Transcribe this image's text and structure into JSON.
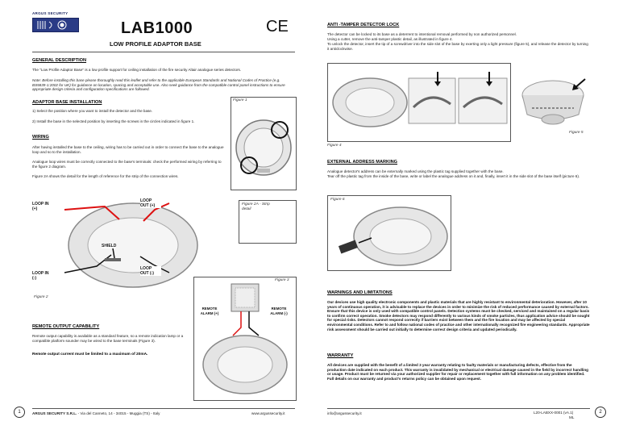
{
  "header": {
    "logo_text": "ARGUS SECURITY",
    "title": "LAB1000",
    "ce_mark": "CE",
    "subtitle": "LOW PROFILE ADAPTOR BASE"
  },
  "left": {
    "general": {
      "heading": "GENERAL DESCRIPTION",
      "p1": "The \"Low Profile Adaptor Base\" is a low profile support for ceiling installation of the fire security Altair analogue series detectors.",
      "note": "Note: Before installing this base please thoroughly read this leaflet and refer to the applicable European Standards and National Codes of Practice (e.g. BS5839-1:2002 for UK) for guidance on location, spacing and acceptable use. Also seek guidance from the compatible control panel instructions to ensure appropriate design criteria and configuration specifications are followed."
    },
    "install": {
      "heading": "ADAPTOR BASE INSTALLATION",
      "p1": "1) Select the position where you want to install the detector and the base.",
      "p2": "2) Install the base in the selected position by inserting the screws in the circles indicated in figure 1."
    },
    "wiring": {
      "heading": "WIRING",
      "p1": "After having installed the base to the ceiling, wiring has to be carried out in order to connect the base to the analogue loop and so to the installation.",
      "p2": "Analogue loop wires must be correctly connected to the base's terminals: check the performed wiring by referring to the figure 2 diagram.",
      "p3": "Figure 2A shows the detail for the length of reference for the strip of the connection wires."
    },
    "fig1_label": "Figure 1",
    "fig2": {
      "label": "Figure 2",
      "loop_in_plus": "LOOP IN (+)",
      "loop_out_plus": "LOOP OUT (+)",
      "shield": "SHIELD",
      "loop_in_minus": "LOOP IN (-)",
      "loop_out_minus": "LOOP OUT (-)"
    },
    "fig2a_label": "Figure 2A - Strip detail",
    "remote": {
      "heading": "REMOTE OUTPUT CAPABILITY",
      "p1": "Remote output capability is available as a standard feature, so a remote indication lamp or a compatible platform sounder may be wired to the base terminals (Figure 3).",
      "p2": "Remote output current must be limited to a maximum of 20mA."
    },
    "fig3": {
      "label": "Figure 3",
      "alarm_plus": "REMOTE ALARM (+)",
      "alarm_minus": "REMOTE ALARM (-)"
    },
    "footer": {
      "page": "1",
      "company": "ARGUS SECURITY S.R.L.",
      "address": " - Via del Canneto, 14 - 34015 - Muggia (TS) - Italy",
      "web": "www.argussecurity.it"
    }
  },
  "right": {
    "tamper": {
      "heading": "ANTI -TAMPER DETECTOR LOCK",
      "p1": "The detector can be locked to its base as a deterrent to intentional removal performed by non authorized personnel.",
      "p2": "Using a cutter, remove the anti-tamper plastic detail, as illustrated in figure 4.",
      "p3": "To unlock the detector, insert the tip of a screwdriver into the side slot of the base by exerting only a light pressure (figure 5), and release the detector by turning it anticlockwise."
    },
    "fig4_label": "Figure 4",
    "fig5_label": "Figure 5",
    "address": {
      "heading": "EXTERNAL ADDRESS MARKING",
      "p1": "Analogue detector's address can be externally marked using the plastic tag supplied together with the base.",
      "p2": "Tear off the plastic tag from the inside of the base, write or label the analogue address on it and, finally, insert it in the side slot of the base itself (picture 6)."
    },
    "fig6_label": "Figure 6",
    "warnings": {
      "heading": "WARNINGS AND LIMITATIONS",
      "text": "Our devices use high quality electronic components and plastic materials that are highly resistant to environmental deterioration. However, after 10 years of continuous operation, it is advisable to replace the devices in order to minimize the risk of reduced performance caused by external factors. Ensure that this device is only used with compatible control panels. Detection systems must be checked, serviced and maintained on a regular basis to confirm correct operation. Smoke detectors may respond differently to various kinds of smoke particles, thus application advice should be sought for special risks. Detectors cannot respond correctly if barriers exist between them and the fire location and may be affected by special environmental conditions. Refer to and follow national codes of practice and other internationally recognized fire engineering standards. Appropriate risk assessment should be carried out initially to determine correct design criteria and updated periodically."
    },
    "warranty": {
      "heading": "WARRANTY",
      "text": "All devices are supplied with the benefit of a limited 3 year warranty relating to faulty materials or manufacturing defects, effective from the production date indicated on each product. This warranty is invalidated by mechanical or electrical damage caused in the field by incorrect handling or usage. Product must be returned via your authorized supplier for repair or replacement together with full information on any problem identified. Full details on our warranty and product's returns policy can be obtained upon request."
    },
    "footer": {
      "email": "info@argussecurity.it",
      "code": "L20-LABXX-0001 (vA.1)",
      "initials": "ML",
      "page": "2"
    }
  }
}
